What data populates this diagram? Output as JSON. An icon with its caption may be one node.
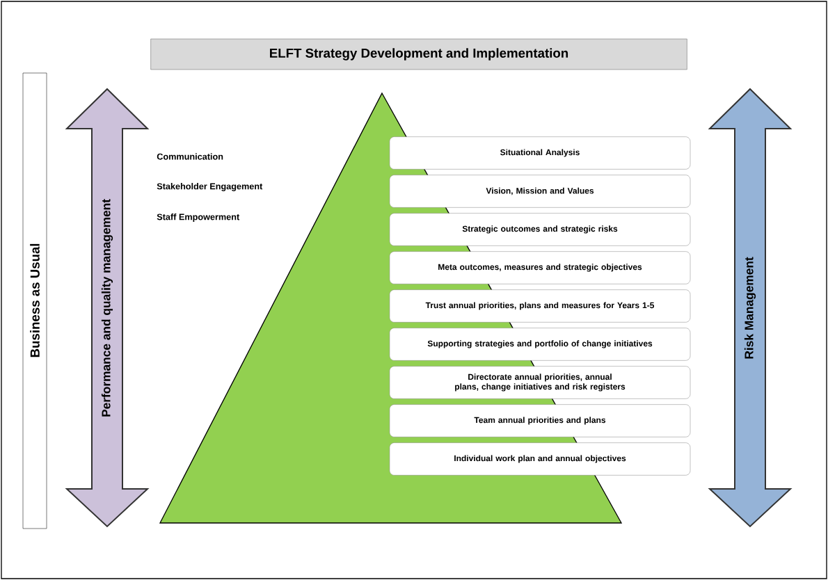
{
  "diagram": {
    "title": "ELFT Strategy Development and Implementation",
    "nodes": [
      {
        "text": [
          "Business as Usual"
        ]
      },
      {
        "text": [
          "Performance and quality management"
        ]
      },
      {
        "text": [],
        "shape": "triangle"
      },
      {
        "text": [
          "Situational Analysis"
        ]
      },
      {
        "text": [
          "Vision, Mission and Values"
        ]
      },
      {
        "text": [
          "Strategic outcomes and strategic risks"
        ]
      },
      {
        "text": [
          "Meta outcomes, measures and strategic objectives"
        ]
      },
      {
        "text": [
          "Trust annual priorities, plans and measures for Years 1-5"
        ]
      },
      {
        "text": [
          "Supporting strategies and portfolio of change initiatives"
        ]
      },
      {
        "text": [
          "Directorate annual priorities, annual plans, change initiatives and risk registers"
        ]
      },
      {
        "text": [
          "Team annual priorities and plans"
        ]
      },
      {
        "text": [
          "Individual work plan and annual objectives"
        ]
      },
      {
        "text": [
          "Risk Management"
        ]
      }
    ],
    "labels": [
      "Communication",
      "Stakeholder Engagement",
      "Staff Empowerment"
    ]
  }
}
